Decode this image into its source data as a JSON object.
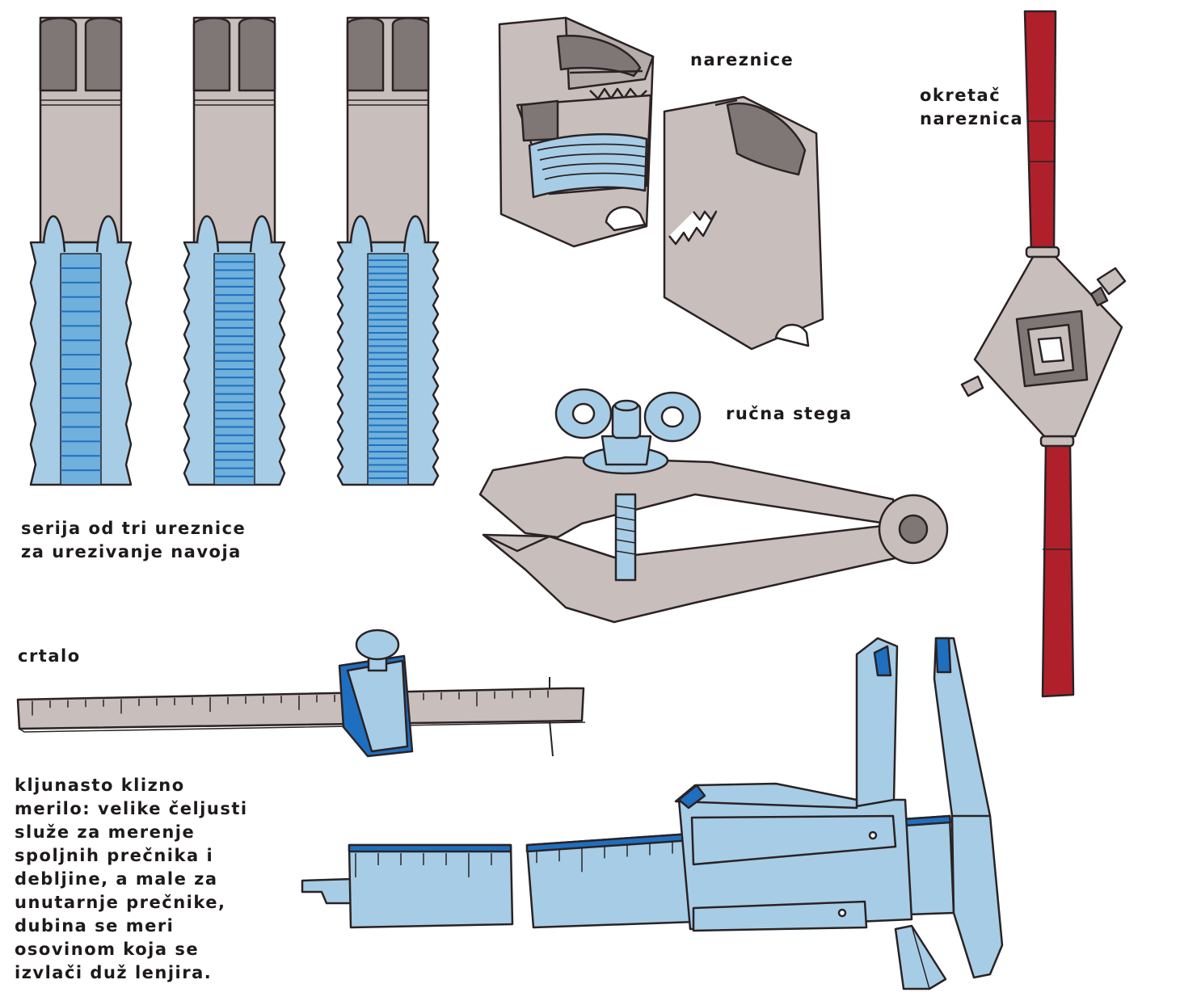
{
  "labels": {
    "taps": "serija od tri ureznice\nza urezivanje navoja",
    "dies": "nareznice",
    "die_stock": "okretač\nnareznica",
    "hand_vise": "ručna stega",
    "scriber": "crtalo",
    "caliper": "kljunasto klizno\nmerilo: velike čeljusti\nsluže za merenje\nspoljnih prečnika i\ndebljine, a male za\nunutarnje prečnike,\ndubina se meri\nosovinom koja se\nizvlači duž lenjira."
  },
  "colors": {
    "steel_grey": "#c8bfbc",
    "dark_grey": "#7f7775",
    "light_blue": "#a7cde6",
    "mid_blue": "#6fb0dc",
    "deep_blue": "#1f6fc0",
    "handle_red": "#b0202b",
    "outline": "#2a2224",
    "label_text": "#1e1a1c"
  },
  "icons": [
    "tap-icon",
    "die-block-icon",
    "die-stock-icon",
    "hand-vise-icon",
    "scriber-icon",
    "caliper-icon"
  ]
}
